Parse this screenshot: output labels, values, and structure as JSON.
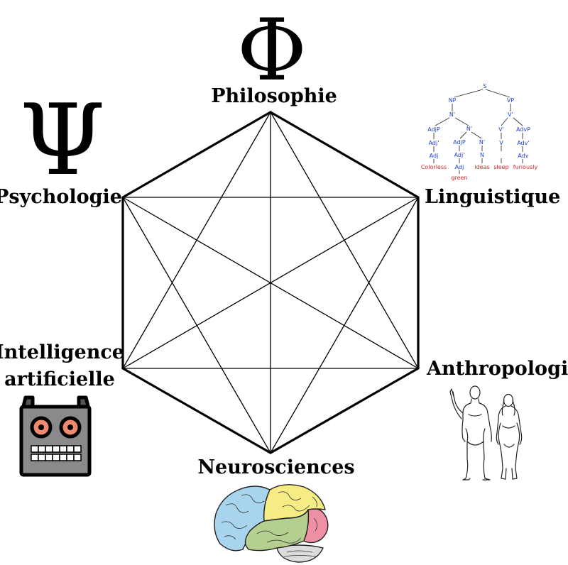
{
  "disciplines": {
    "philosophie": "Philosophie",
    "linguistique": "Linguistique",
    "anthropologie": "Anthropologie",
    "neurosciences": "Neurosciences",
    "intelligence_line1": "Intelligence",
    "intelligence_line2": "artificielle",
    "psychologie": "Psychologie"
  },
  "symbols": {
    "phi": "Φ",
    "psi": "Ψ"
  },
  "syntax_tree": {
    "nodes": {
      "s": "S",
      "np": "NP",
      "vp": "VP",
      "nbar1": "N'",
      "vbar1": "V'",
      "adjp1": "AdjP",
      "nbar2": "N'",
      "vbar2": "V'",
      "advp": "AdvP",
      "adjbar1": "Adj'",
      "adjp2": "AdjP",
      "nbar3": "N'",
      "v": "V",
      "advbar": "Adv'",
      "adj1": "Adj",
      "adjbar2": "Adj'",
      "n": "N",
      "adv": "Adv",
      "adj2": "Adj"
    },
    "words": {
      "colorless": "Colorless",
      "green": "green",
      "ideas": "ideas",
      "sleep": "sleep",
      "furiously": "furiously"
    }
  },
  "icons": {
    "phi": "phi-letter-icon",
    "psi": "psi-letter-icon",
    "tree": "syntax-tree-icon",
    "robot": "robot-icon",
    "humans": "human-figures-icon",
    "brain": "brain-icon"
  },
  "colors": {
    "lines": "#000000",
    "robot_face": "#8a8a8a",
    "robot_eyes": "#f08a6e",
    "brain_frontal": "#a9d4ee",
    "brain_parietal": "#f6ec85",
    "brain_temporal": "#b5cf8f",
    "brain_occipital": "#ee8fa3",
    "tree_nodes": "#1f3fd8",
    "tree_words": "#e0232a"
  }
}
